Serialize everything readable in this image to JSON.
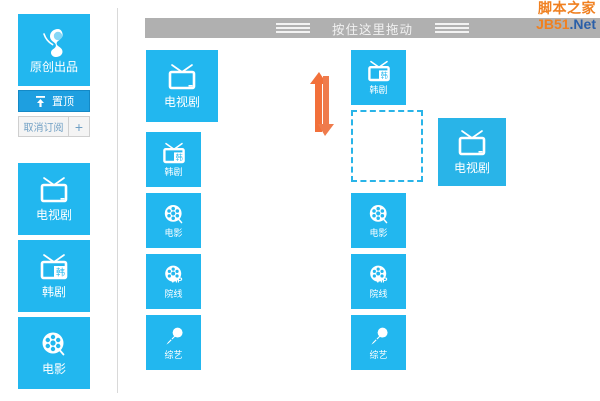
{
  "app": {
    "accent_blue": "#22b7ef",
    "drag_bar_color": "#b0b0b0",
    "arrow_orange": "#f2703a",
    "placeholder_border": "#29b4e8"
  },
  "header": {
    "drag_text": "按住这里拖动",
    "grip_left_icon": "drag-grip-icon",
    "grip_right_icon": "drag-grip-icon"
  },
  "sidebar": {
    "featured": {
      "label": "原创出品",
      "icon": "globe-leaf-icon"
    },
    "pin_button": {
      "label": "置顶",
      "icon": "pin-to-top-icon"
    },
    "unsubscribe_button": {
      "label": "取消订阅"
    },
    "add_button": {
      "label": "+"
    },
    "items": [
      {
        "label": "电视剧",
        "icon": "tv-icon"
      },
      {
        "label": "韩剧",
        "icon": "tv-korean-icon"
      },
      {
        "label": "电影",
        "icon": "film-reel-icon"
      }
    ]
  },
  "middle_column": {
    "items": [
      {
        "label": "电视剧",
        "icon": "tv-icon",
        "size": "large"
      },
      {
        "label": "韩剧",
        "icon": "tv-korean-icon",
        "size": "small"
      },
      {
        "label": "电影",
        "icon": "film-reel-icon",
        "size": "small"
      },
      {
        "label": "院线",
        "icon": "film-reel-vip-icon",
        "size": "small"
      },
      {
        "label": "综艺",
        "icon": "microphone-icon",
        "size": "small"
      }
    ]
  },
  "right_column": {
    "items": [
      {
        "label": "韩剧",
        "icon": "tv-korean-icon",
        "size": "small"
      },
      {
        "label": "电影",
        "icon": "film-reel-icon",
        "size": "small"
      },
      {
        "label": "院线",
        "icon": "film-reel-vip-icon",
        "size": "small"
      },
      {
        "label": "综艺",
        "icon": "microphone-icon",
        "size": "small"
      }
    ],
    "drop_placeholder": {
      "label": ""
    }
  },
  "dragged_tile": {
    "label": "电视剧",
    "icon": "tv-icon"
  },
  "reorder_indicator": {
    "icon": "up-down-arrow-icon"
  },
  "watermark": {
    "line1": "脚本之家",
    "line2_brand": "JB51",
    "line2_suffix": ".Net"
  },
  "badges": {
    "korean": "韩",
    "vip": "VIP"
  }
}
